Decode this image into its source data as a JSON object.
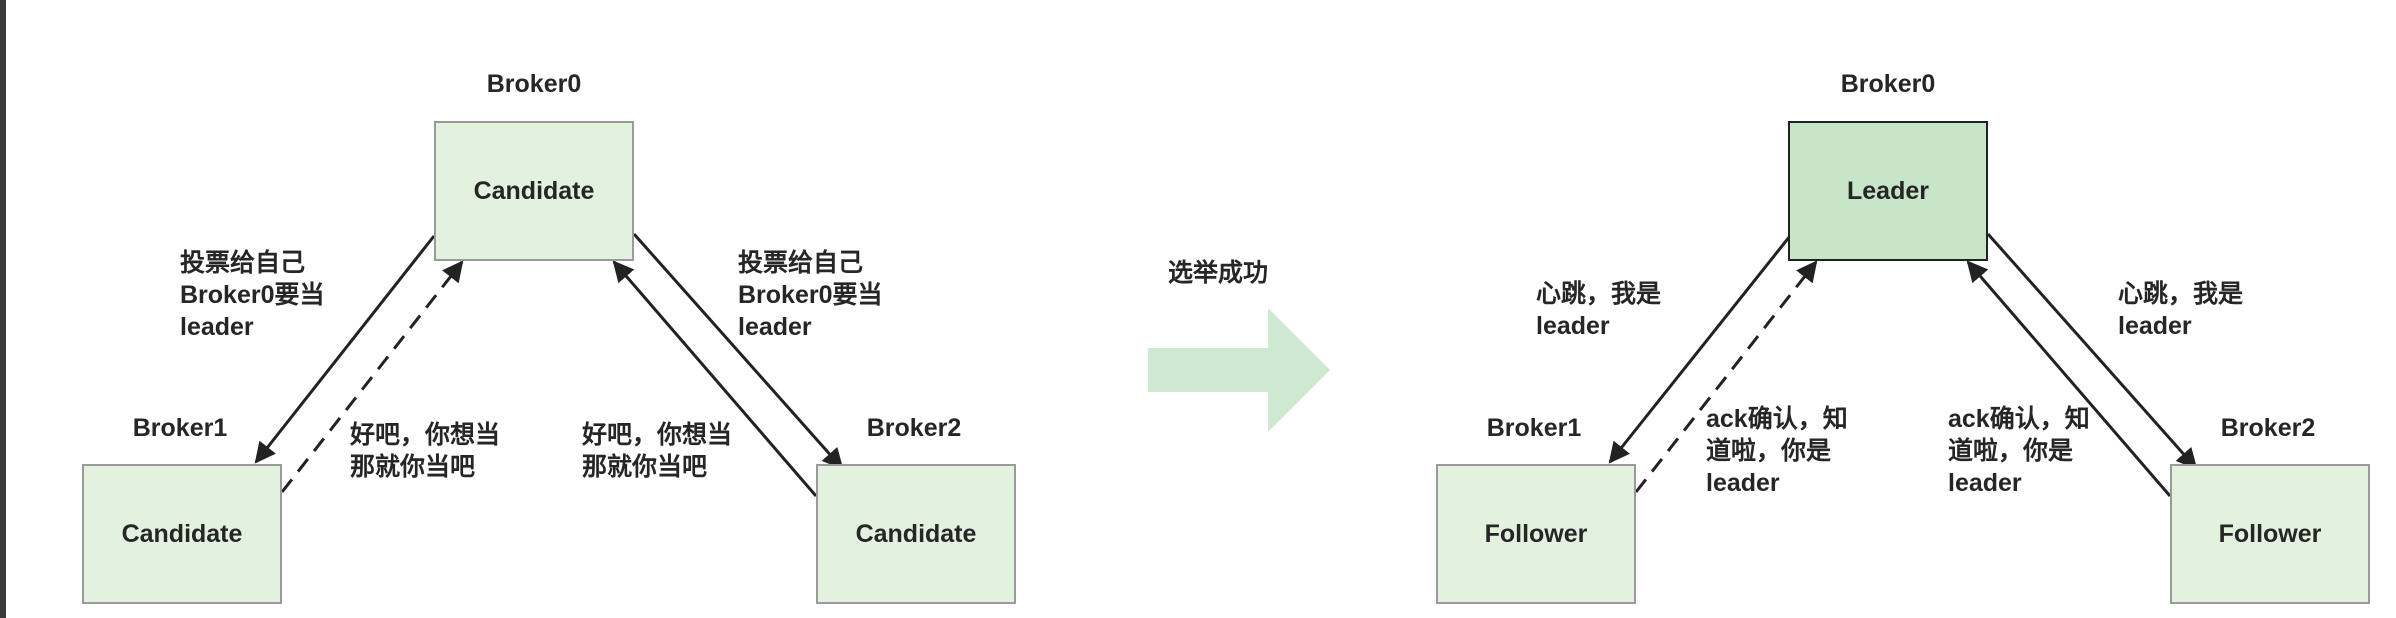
{
  "left": {
    "broker0": {
      "title": "Broker0",
      "role": "Candidate"
    },
    "broker1": {
      "title": "Broker1",
      "role": "Candidate"
    },
    "broker2": {
      "title": "Broker2",
      "role": "Candidate"
    },
    "edge_left_down": "投票给自己\nBroker0要当\nleader",
    "edge_left_up": "好吧，你想当\n那就你当吧",
    "edge_right_down": "投票给自己\nBroker0要当\nleader",
    "edge_right_up": "好吧，你想当\n那就你当吧"
  },
  "transition": {
    "label": "选举成功",
    "arrow_color": "#cfe9d1"
  },
  "right": {
    "broker0": {
      "title": "Broker0",
      "role": "Leader"
    },
    "broker1": {
      "title": "Broker1",
      "role": "Follower"
    },
    "broker2": {
      "title": "Broker2",
      "role": "Follower"
    },
    "edge_left_down": "心跳，我是\nleader",
    "edge_left_up": "ack确认，知\n道啦，你是\nleader",
    "edge_right_down": "心跳，我是\nleader",
    "edge_right_up": "ack确认，知\n道啦，你是\nleader"
  },
  "colors": {
    "node_fill": "#e3f1df",
    "leader_fill": "#c7e6c9",
    "line": "#222222"
  }
}
